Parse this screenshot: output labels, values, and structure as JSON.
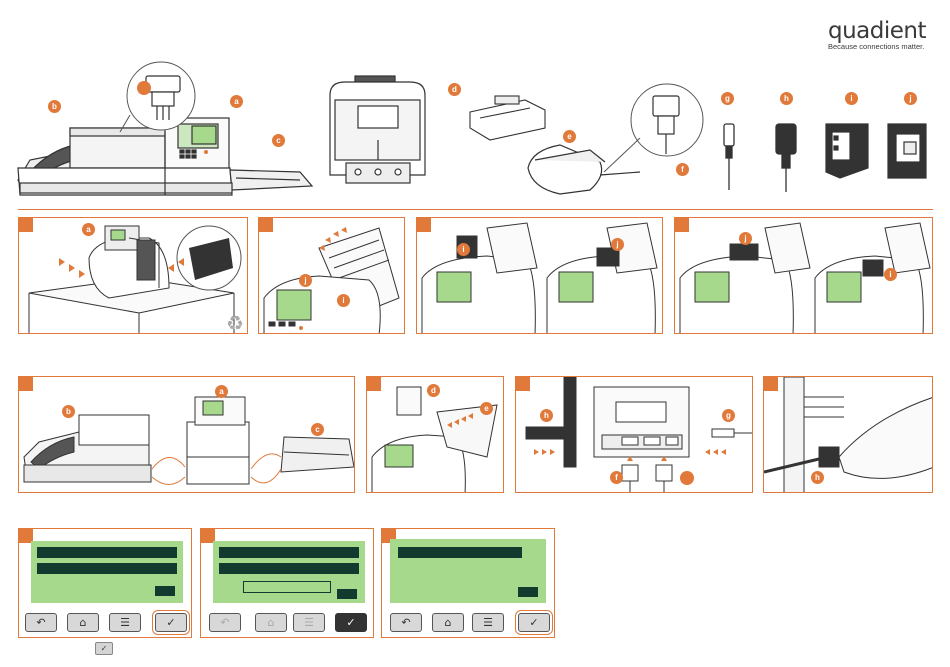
{
  "brand": {
    "name": "quadient",
    "tagline": "Because connections matter.",
    "accent_color": "#e0793a"
  },
  "callouts": {
    "a": "a",
    "b": "b",
    "c": "c",
    "d": "d",
    "e": "e",
    "f": "f",
    "g": "g",
    "h": "h",
    "i": "i",
    "j": "j"
  },
  "screens": [
    {
      "buttons": [
        "back-icon",
        "home-icon",
        "menu-icon",
        "check-icon"
      ],
      "highlight": "check-icon"
    },
    {
      "buttons": [
        "back-icon",
        "home-icon",
        "menu-icon",
        "check-icon"
      ],
      "highlight": "check-icon"
    },
    {
      "buttons": [
        "back-icon",
        "home-icon",
        "menu-icon",
        "check-icon"
      ],
      "highlight": "check-icon"
    }
  ],
  "icons": {
    "back": "↶",
    "home": "⌂",
    "menu": "☰",
    "check": "✓",
    "recycle": "♻"
  }
}
